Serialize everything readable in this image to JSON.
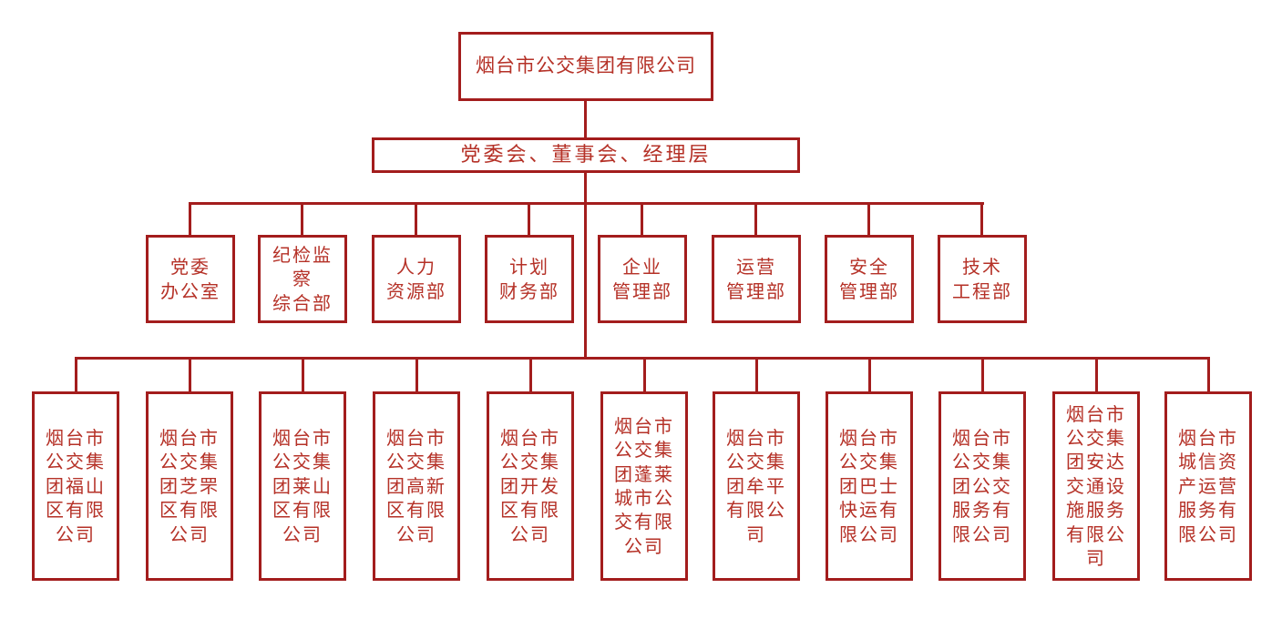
{
  "colors": {
    "line": "#a31d1d",
    "text": "#b53127",
    "background": "#ffffff"
  },
  "org": {
    "root": {
      "label": "烟台市公交集团有限公司"
    },
    "governance": {
      "label": "党委会、董事会、经理层"
    },
    "departments": [
      {
        "label": "党委\n办公室"
      },
      {
        "label": "纪检监\n察\n综合部"
      },
      {
        "label": "人力\n资源部"
      },
      {
        "label": "计划\n财务部"
      },
      {
        "label": "企业\n管理部"
      },
      {
        "label": "运营\n管理部"
      },
      {
        "label": "安全\n管理部"
      },
      {
        "label": "技术\n工程部"
      }
    ],
    "subsidiaries": [
      {
        "label": "烟台市\n公交集\n团福山\n区有限\n公司"
      },
      {
        "label": "烟台市\n公交集\n团芝罘\n区有限\n公司"
      },
      {
        "label": "烟台市\n公交集\n团莱山\n区有限\n公司"
      },
      {
        "label": "烟台市\n公交集\n团高新\n区有限\n公司"
      },
      {
        "label": "烟台市\n公交集\n团开发\n区有限\n公司"
      },
      {
        "label": "烟台市\n公交集\n团蓬莱\n城市公\n交有限\n公司"
      },
      {
        "label": "烟台市\n公交集\n团牟平\n有限公\n司"
      },
      {
        "label": "烟台市\n公交集\n团巴士\n快运有\n限公司"
      },
      {
        "label": "烟台市\n公交集\n团公交\n服务有\n限公司"
      },
      {
        "label": "烟台市\n公交集\n团安达\n交通设\n施服务\n有限公\n司"
      },
      {
        "label": "烟台市\n城信资\n产运营\n服务有\n限公司"
      }
    ]
  }
}
